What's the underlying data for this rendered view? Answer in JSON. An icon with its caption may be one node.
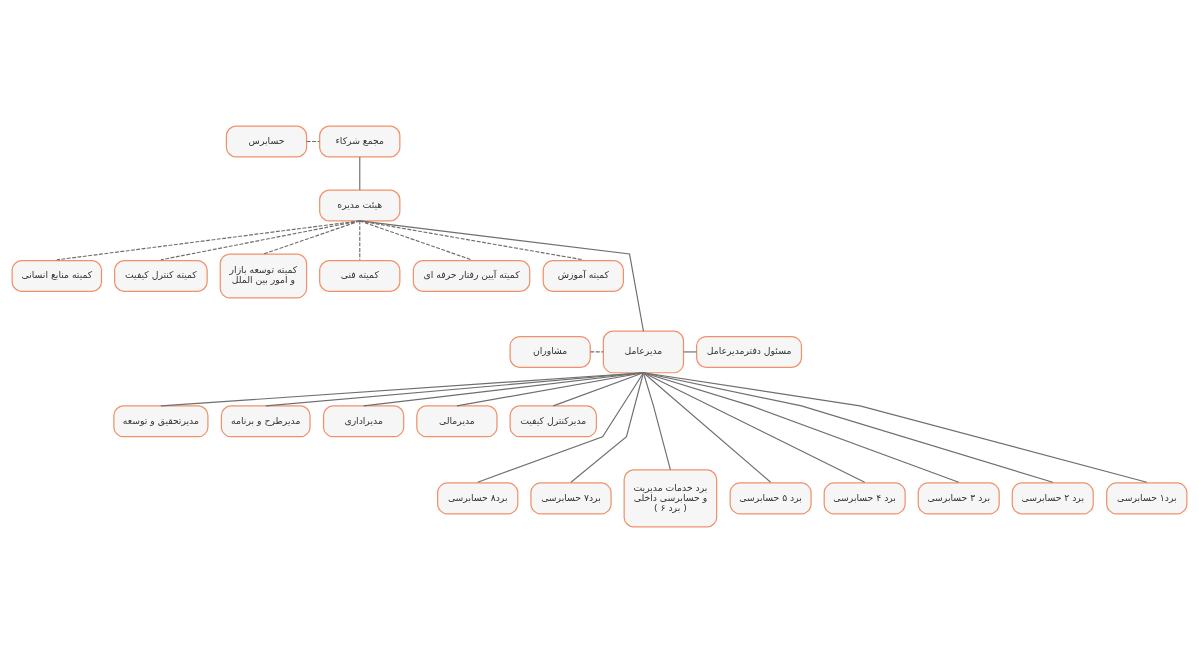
{
  "diagram": {
    "nodes": [
      {
        "text": [
          "مجمع شرکاء"
        ]
      },
      {
        "text": [
          "حسابرس"
        ]
      },
      {
        "text": [
          "هیئت مدیره"
        ]
      },
      {
        "text": [
          "کمیته منابع انسانی"
        ]
      },
      {
        "text": [
          "کمیته کنترل کیفیت"
        ]
      },
      {
        "text": [
          "کمیته توسعه بازار و امور بین الملل"
        ]
      },
      {
        "text": [
          "کمیته فنی"
        ]
      },
      {
        "text": [
          "کمیته آیین رفتار حرفه ای"
        ]
      },
      {
        "text": [
          "کمیته آموزش"
        ]
      },
      {
        "text": [
          "مدیرعامل"
        ]
      },
      {
        "text": [
          "مشاوران"
        ]
      },
      {
        "text": [
          "مسئول دفترمدیرعامل"
        ]
      },
      {
        "text": [
          "مدیرکنترل کیفیت"
        ]
      },
      {
        "text": [
          "مدیرمالی"
        ]
      },
      {
        "text": [
          "مدیراداری"
        ]
      },
      {
        "text": [
          "مدیرطرح و برنامه"
        ]
      },
      {
        "text": [
          "مدیرتحقیق و توسعه"
        ]
      },
      {
        "text": [
          "برد۱ حسابرسی"
        ]
      },
      {
        "text": [
          "برد ۲ حسابرسی"
        ]
      },
      {
        "text": [
          "برد ۳ حسابرسی"
        ]
      },
      {
        "text": [
          "برد ۴ حسابرسی"
        ]
      },
      {
        "text": [
          "برد ۵ حسابرسی"
        ]
      },
      {
        "text": [
          "برد خدمات مدیریت و حسابرسی داخلی ( برد ۶ )"
        ]
      },
      {
        "text": [
          "برد۷ حسابرسی"
        ]
      },
      {
        "text": [
          "برد۸ حسابرسی"
        ]
      }
    ],
    "edges": [
      {
        "from": 1,
        "to": 0,
        "arrow": "none",
        "style": "dashed"
      },
      {
        "from": 0,
        "to": 2,
        "arrow": "none"
      },
      {
        "from": 2,
        "to": 3,
        "arrow": "none",
        "style": "dashed"
      },
      {
        "from": 2,
        "to": 4,
        "arrow": "none",
        "style": "dashed"
      },
      {
        "from": 2,
        "to": 5,
        "arrow": "none",
        "style": "dashed"
      },
      {
        "from": 2,
        "to": 6,
        "arrow": "none",
        "style": "dashed"
      },
      {
        "from": 2,
        "to": 7,
        "arrow": "none",
        "style": "dashed"
      },
      {
        "from": 2,
        "to": 8,
        "arrow": "none",
        "style": "dashed"
      },
      {
        "from": 2,
        "to": 9,
        "arrow": "none"
      },
      {
        "from": 10,
        "to": 9,
        "arrow": "none",
        "style": "dashed"
      },
      {
        "from": 9,
        "to": 11,
        "arrow": "none"
      },
      {
        "from": 9,
        "to": 12,
        "arrow": "none"
      },
      {
        "from": 9,
        "to": 13,
        "arrow": "none"
      },
      {
        "from": 9,
        "to": 14,
        "arrow": "none"
      },
      {
        "from": 9,
        "to": 15,
        "arrow": "none"
      },
      {
        "from": 9,
        "to": 16,
        "arrow": "none"
      },
      {
        "from": 9,
        "to": 17,
        "arrow": "none"
      },
      {
        "from": 9,
        "to": 18,
        "arrow": "none"
      },
      {
        "from": 9,
        "to": 19,
        "arrow": "none"
      },
      {
        "from": 9,
        "to": 20,
        "arrow": "none"
      },
      {
        "from": 9,
        "to": 21,
        "arrow": "none"
      },
      {
        "from": 9,
        "to": 22,
        "arrow": "none"
      },
      {
        "from": 9,
        "to": 23,
        "arrow": "none"
      },
      {
        "from": 9,
        "to": 24,
        "arrow": "none"
      }
    ]
  }
}
